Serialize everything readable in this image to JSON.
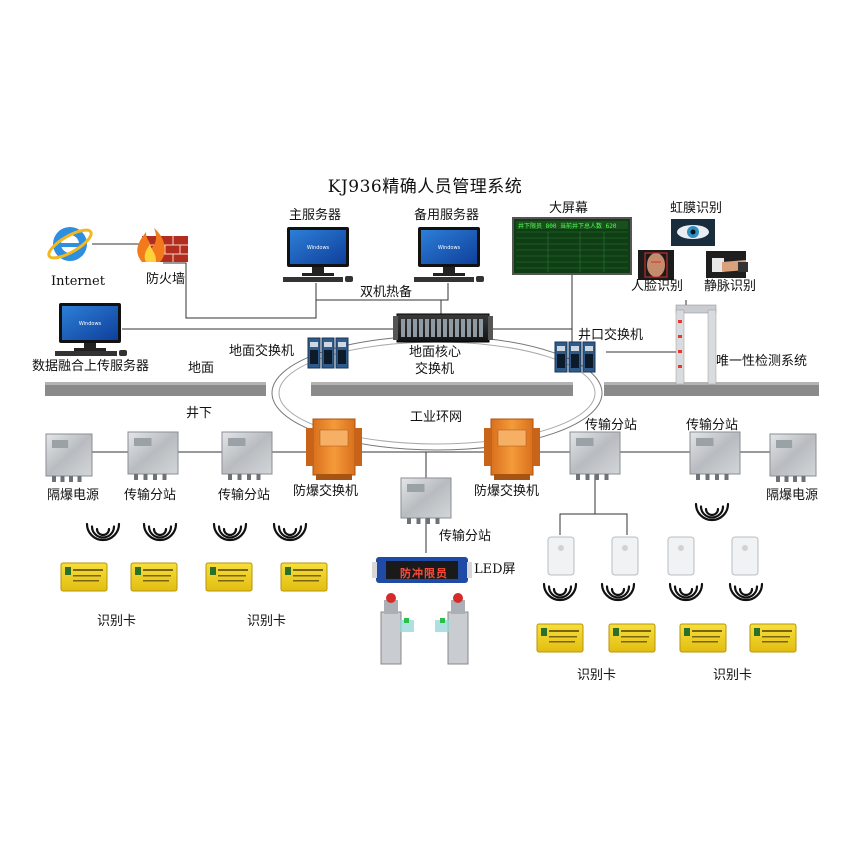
{
  "title": "KJ936精确人员管理系统",
  "labels": {
    "internet": "Internet",
    "firewall": "防火墙",
    "main_server": "主服务器",
    "backup_server": "备用服务器",
    "hot_standby": "双机热备",
    "big_screen": "大屏幕",
    "iris": "虹膜识别",
    "face": "人脸识别",
    "vein": "静脉识别",
    "fusion_server": "数据融合上传服务器",
    "ground_switch": "地面交换机",
    "core_switch_line1": "地面核心",
    "core_switch_line2": "交换机",
    "shaft_switch": "井口交换机",
    "uniqueness": "唯一性检测系统",
    "ground": "地面",
    "underground": "井下",
    "ring": "工业环网",
    "ex_power_left": "隔爆电源",
    "ex_power_right": "隔爆电源",
    "trans_station_1": "传输分站",
    "trans_station_2": "传输分站",
    "trans_station_3": "传输分站",
    "trans_station_4": "传输分站",
    "trans_station_5": "传输分站",
    "ex_switch_left": "防爆交换机",
    "ex_switch_right": "防爆交换机",
    "led_screen": "LED屏",
    "led_text": "防冲限员",
    "card_1": "识别卡",
    "card_2": "识别卡",
    "card_3": "识别卡",
    "card_4": "识别卡"
  },
  "colors": {
    "ex_switch": "#ee8a2a",
    "card": "#f2d21c",
    "divider": "#8a8a8a",
    "screen_bg": "#0f3d14",
    "led_bg": "#1f4ba6"
  }
}
